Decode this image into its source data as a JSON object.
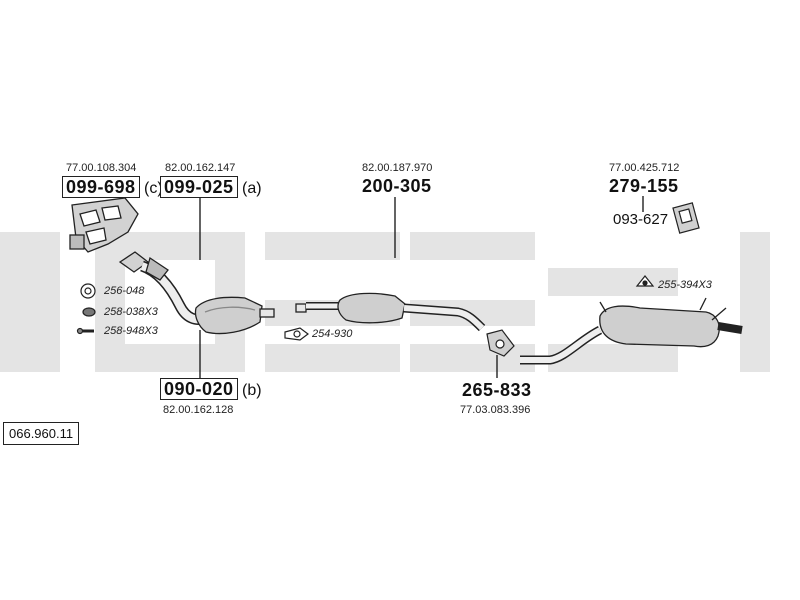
{
  "diagram_ref": "066.960.11",
  "callouts": [
    {
      "id": "manifold",
      "oem": "77.00.108.304",
      "part": "099-698",
      "suffix": "(c)"
    },
    {
      "id": "front-pipe",
      "oem": "82.00.162.147",
      "part": "099-025",
      "suffix": "(a)"
    },
    {
      "id": "catalyst",
      "oem": "82.00.162.128",
      "part": "090-020",
      "suffix": "(b)"
    },
    {
      "id": "center-silencer",
      "oem": "82.00.187.970",
      "part": "200-305",
      "suffix": ""
    },
    {
      "id": "clamp",
      "oem": "77.03.083.396",
      "part": "265-833",
      "suffix": ""
    },
    {
      "id": "rear-silencer",
      "oem": "77.00.425.712",
      "part": "279-155",
      "suffix": ""
    },
    {
      "id": "heat-shield",
      "oem": "",
      "part": "093-627",
      "suffix": ""
    }
  ],
  "small_parts": {
    "gasket_ring": "256-048",
    "spring": "258-038X3",
    "bolt": "258-948X3",
    "flange_gasket": "254-930",
    "rubber_mount": "255-394X3"
  },
  "colors": {
    "watermark": "#e4e4e4",
    "line": "#222222",
    "part_fill": "#cfcfcf"
  }
}
